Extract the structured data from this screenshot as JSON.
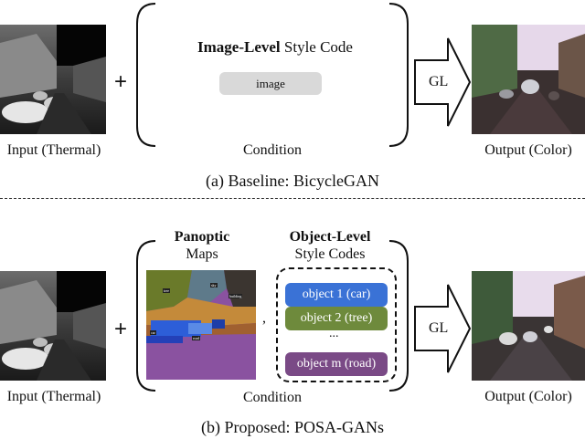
{
  "top": {
    "input_label": "Input (Thermal)",
    "plus": "+",
    "style_title_bold": "Image-Level",
    "style_title_rest": " Style Code",
    "image_chip": "image",
    "condition_label": "Condition",
    "gl": "GL",
    "output_label": "Output (Color)",
    "caption": "(a) Baseline: BicycleGAN"
  },
  "bottom": {
    "input_label": "Input (Thermal)",
    "plus": "+",
    "panoptic_bold": "Panoptic",
    "panoptic_sub": "Maps",
    "object_bold": "Object-Level",
    "object_sub": "Style Codes",
    "comma": ",",
    "objects": [
      {
        "label": "object 1 (car)",
        "color": "#3a72d6"
      },
      {
        "label": "object 2 (tree)",
        "color": "#6e8a3c"
      },
      {
        "label": "...",
        "color": "none"
      },
      {
        "label": "object m (road)",
        "color": "#7a4a86"
      }
    ],
    "condition_label": "Condition",
    "gl": "GL",
    "output_label": "Output (Color)",
    "caption": "(b) Proposed: POSA-GANs"
  },
  "colors": {
    "chip_bg": "#d9d9d9",
    "road": "#8a52a0",
    "sky": "#6a7a2a",
    "car": "#2d5ed8"
  }
}
